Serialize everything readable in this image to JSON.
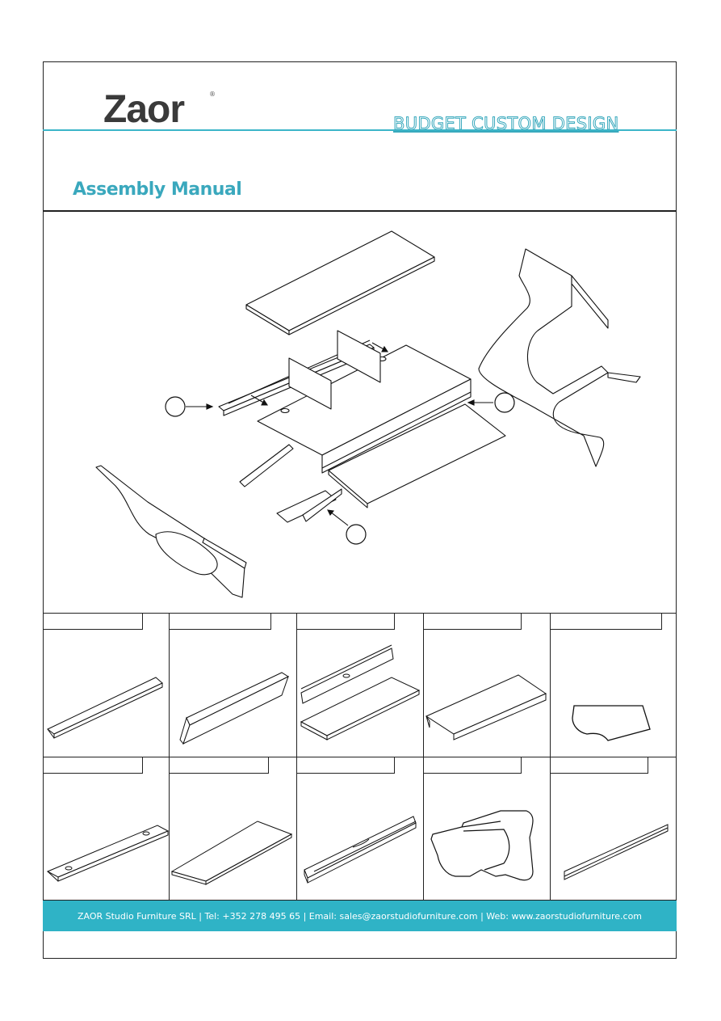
{
  "header": {
    "logo_text": "Zaor",
    "logo_mark": "®",
    "tagline": "BUDGET CUSTOM DESIGN",
    "title": "Assembly Manual"
  },
  "parts_grid": {
    "rows": [
      {
        "labels": [
          "",
          "",
          "",
          "",
          ""
        ]
      },
      {
        "labels": [
          "",
          "",
          "",
          "",
          ""
        ]
      }
    ]
  },
  "footer": {
    "text": "ZAOR Studio Furniture SRL  |  Tel: +352 278 495 65  |  Email: sales@zaorstudiofurniture.com  |  Web: www.zaorstudiofurniture.com"
  },
  "colors": {
    "brand_teal": "#2fb3c6",
    "title_teal": "#3aa8bd",
    "line": "#222222"
  }
}
